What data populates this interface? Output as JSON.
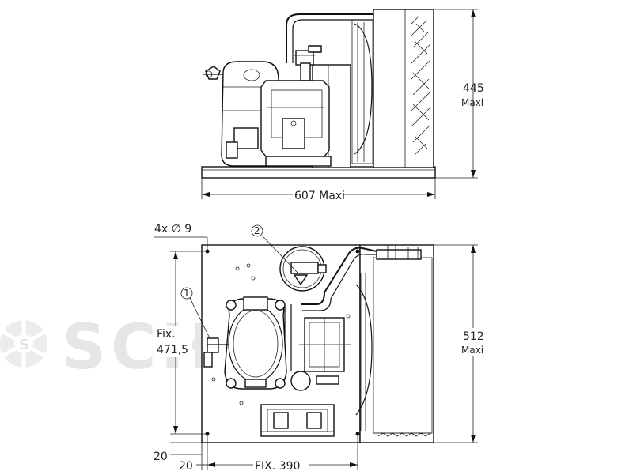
{
  "watermark": {
    "text": "SCHIESSL"
  },
  "side_view": {
    "height_value": "445",
    "height_unit": "Maxi",
    "width_label": "607 Maxi"
  },
  "top_view": {
    "holes_label": "4x ∅ 9",
    "fix_left_label": "Fix.",
    "fix_left_value": "471,5",
    "depth_value": "512",
    "depth_unit": "Maxi",
    "offset_bottom": "20",
    "offset_left": "20",
    "fix_bottom_label": "FIX. 390",
    "callouts": [
      "1",
      "2"
    ]
  }
}
